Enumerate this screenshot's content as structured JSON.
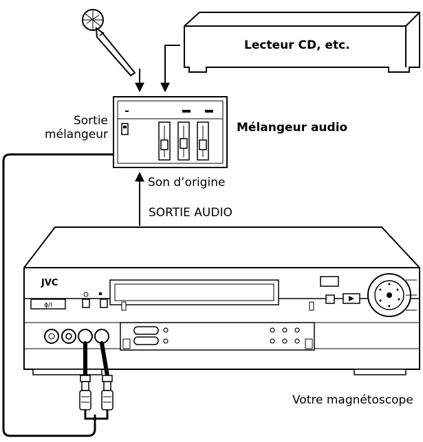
{
  "labels": {
    "cd_player": "Lecteur CD, etc.",
    "mixer_name": "Mélangeur audio",
    "mixer_output_line1": "Sortie",
    "mixer_output_line2": "mélangeur",
    "original_sound": "Son d’origine",
    "audio_out": "SORTIE AUDIO",
    "vcr": "Votre magnétoscope",
    "vcr_brand": "JVC"
  },
  "colors": {
    "line": "#000000",
    "background": "#ffffff"
  }
}
